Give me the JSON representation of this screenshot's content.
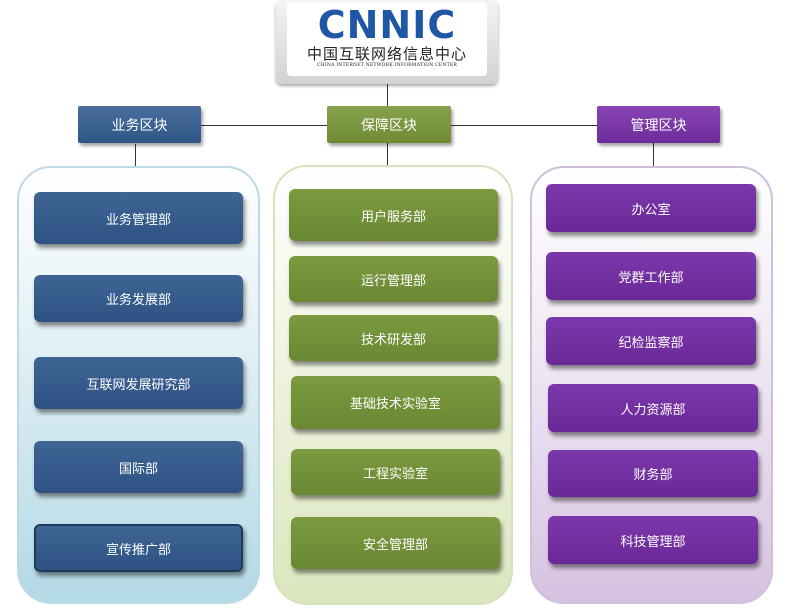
{
  "logo": {
    "word": "CNNIC",
    "chinese": "中国互联网络信息中心",
    "english": "CHINA INTERNET NETWORK INFORMATION CENTER"
  },
  "sections": [
    {
      "header": "业务区块",
      "color": "#2f5584",
      "items": [
        "业务管理部",
        "业务发展部",
        "互联网发展研究部",
        "国际部",
        "宣传推广部"
      ]
    },
    {
      "header": "保障区块",
      "color": "#6f8b35",
      "items": [
        "用户服务部",
        "运行管理部",
        "技术研发部",
        "基础技术实验室",
        "工程实验室",
        "安全管理部"
      ]
    },
    {
      "header": "管理区块",
      "color": "#6d2b9a",
      "items": [
        "办公室",
        "党群工作部",
        "纪检监察部",
        "人力资源部",
        "财务部",
        "科技管理部"
      ]
    }
  ]
}
